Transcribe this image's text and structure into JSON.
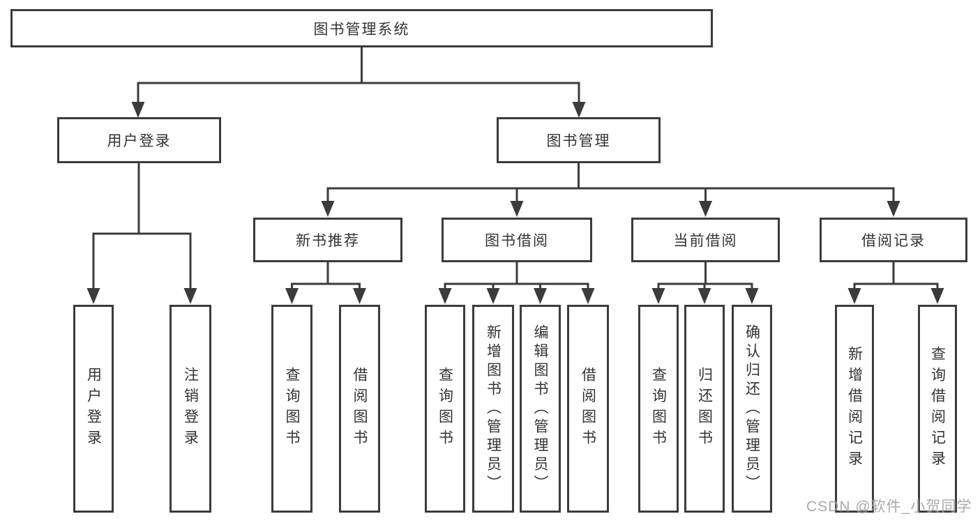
{
  "nodes": {
    "root": {
      "label": "图书管理系统"
    },
    "level2": [
      {
        "label": "用户登录"
      },
      {
        "label": "图书管理"
      }
    ],
    "level3": [
      {
        "label": "新书推荐"
      },
      {
        "label": "图书借阅"
      },
      {
        "label": "当前借阅"
      },
      {
        "label": "借阅记录"
      }
    ],
    "user_login_children": [
      {
        "label": "用户登录"
      },
      {
        "label": "注销登录"
      }
    ],
    "new_book_children": [
      {
        "label": "查询图书"
      },
      {
        "label": "借阅图书"
      }
    ],
    "book_borrow_children": [
      {
        "label": "查询图书"
      },
      {
        "label": "新增图书（管理员）"
      },
      {
        "label": "编辑图书（管理员）"
      },
      {
        "label": "借阅图书"
      }
    ],
    "current_borrow_children": [
      {
        "label": "查询图书"
      },
      {
        "label": "归还图书"
      },
      {
        "label": "确认归还（管理员）"
      }
    ],
    "record_children": [
      {
        "label": "新增借阅记录"
      },
      {
        "label": "查询借阅记录"
      }
    ]
  },
  "watermark": {
    "text": "CSDN @软件_小贺同学"
  },
  "colors": {
    "line": "#3b3b3b",
    "text": "#333333",
    "watermark": "#9c9c9c",
    "background": "#ffffff"
  }
}
